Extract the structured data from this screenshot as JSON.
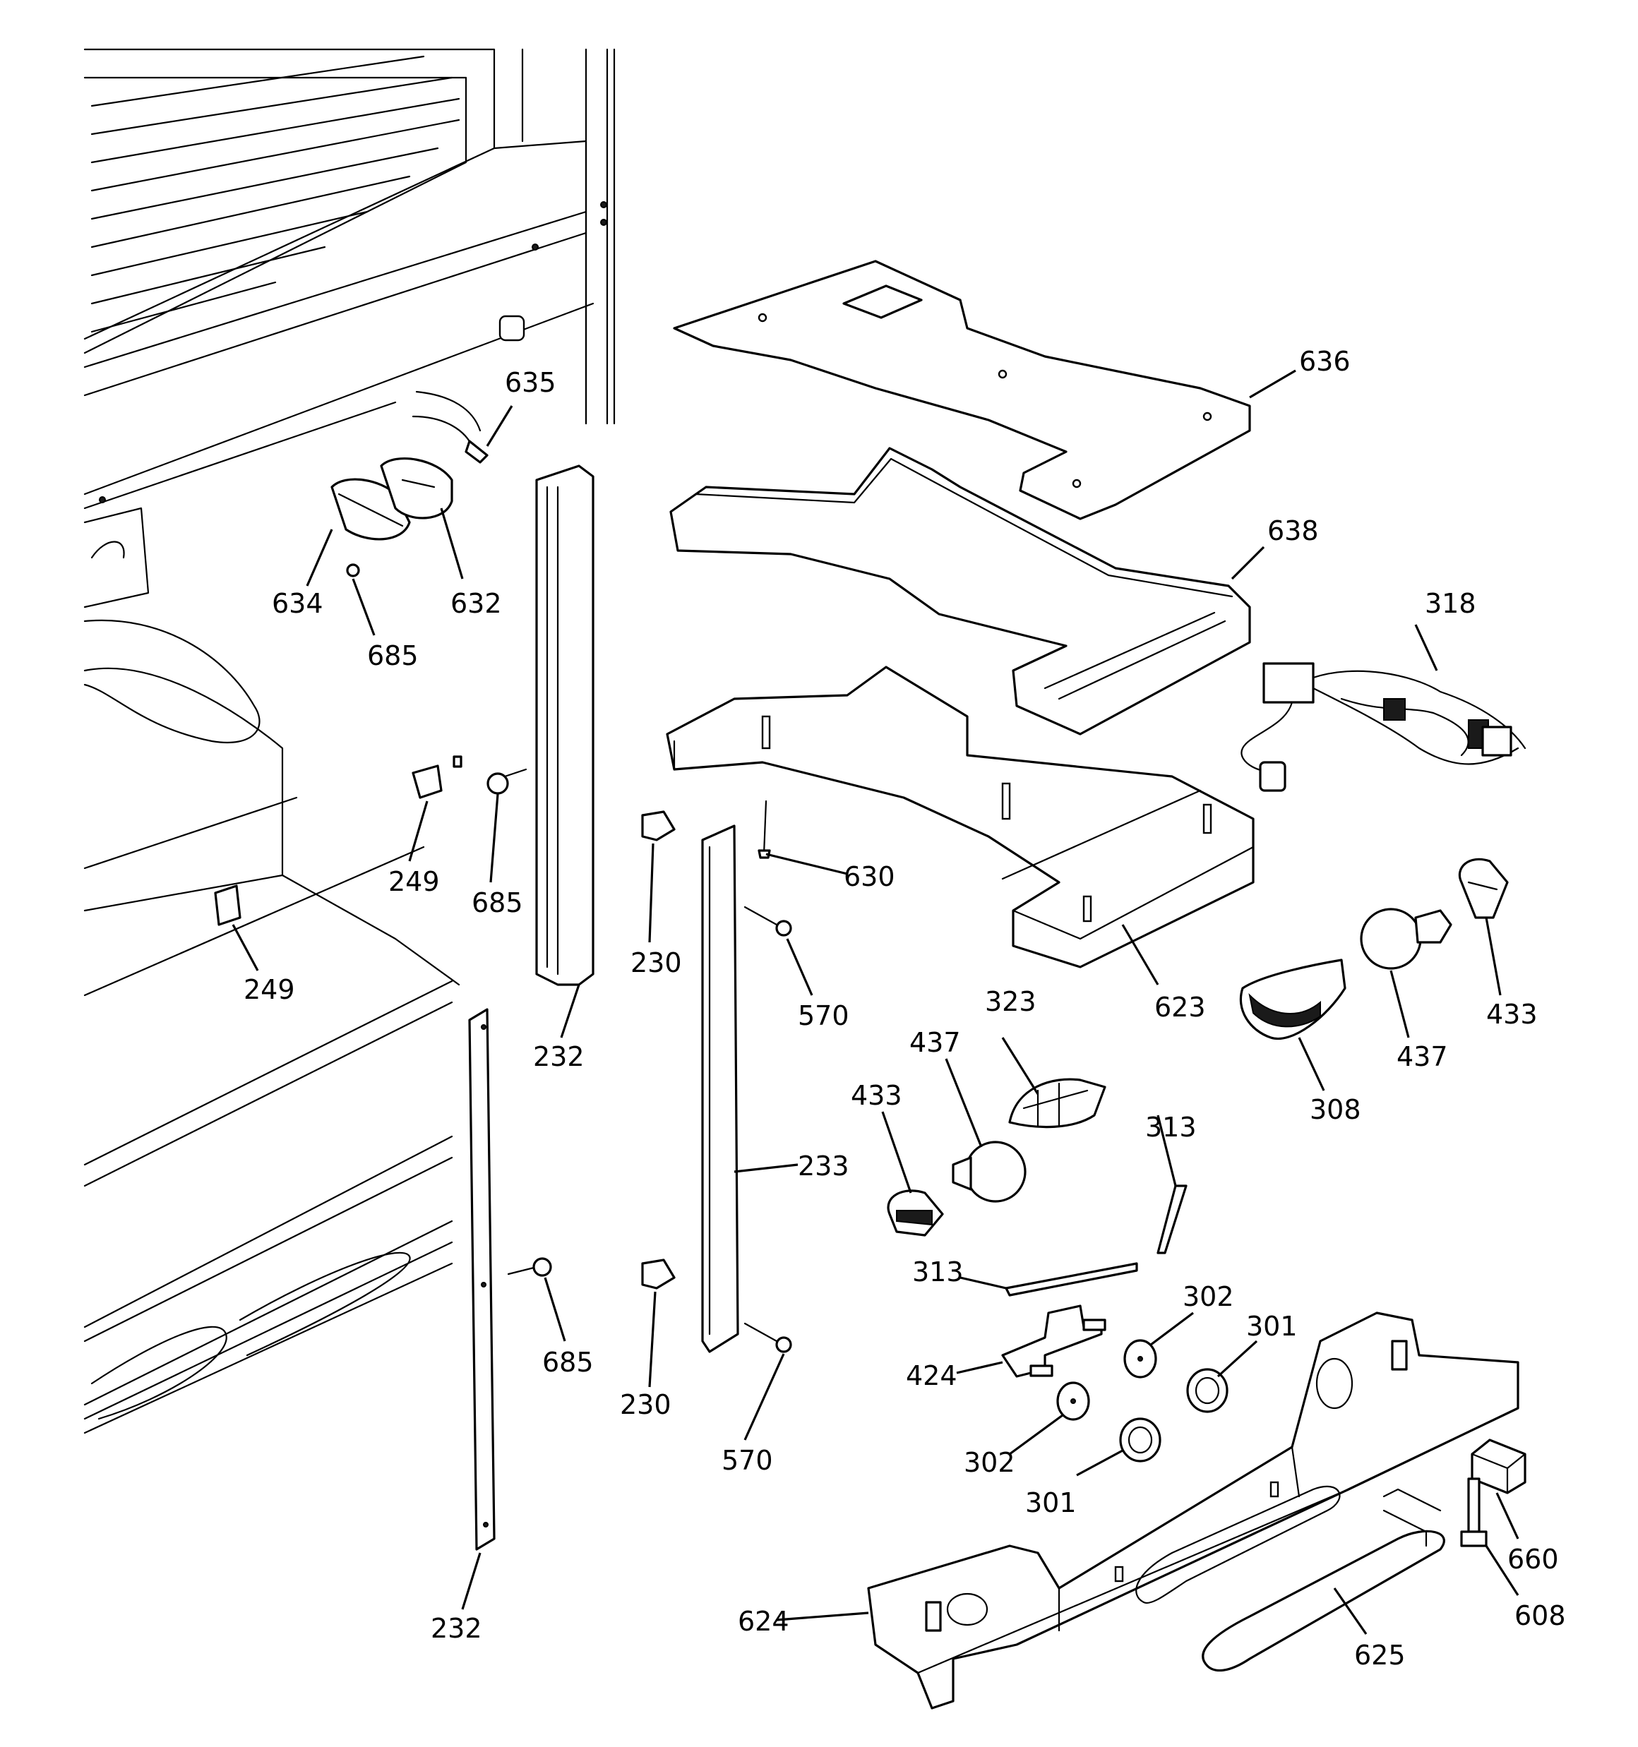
{
  "callouts": [
    {
      "id": "c636",
      "text": "636"
    },
    {
      "id": "c635",
      "text": "635"
    },
    {
      "id": "c638",
      "text": "638"
    },
    {
      "id": "c634",
      "text": "634"
    },
    {
      "id": "c632",
      "text": "632"
    },
    {
      "id": "c685a",
      "text": "685"
    },
    {
      "id": "c318",
      "text": "318"
    },
    {
      "id": "c249a",
      "text": "249"
    },
    {
      "id": "c685b",
      "text": "685"
    },
    {
      "id": "c630",
      "text": "630"
    },
    {
      "id": "c230a",
      "text": "230"
    },
    {
      "id": "c249b",
      "text": "249"
    },
    {
      "id": "c433a",
      "text": "433"
    },
    {
      "id": "c232a",
      "text": "232"
    },
    {
      "id": "c570a",
      "text": "570"
    },
    {
      "id": "c623",
      "text": "623"
    },
    {
      "id": "c323",
      "text": "323"
    },
    {
      "id": "c437a",
      "text": "437"
    },
    {
      "id": "c308",
      "text": "308"
    },
    {
      "id": "c437b",
      "text": "437"
    },
    {
      "id": "c433b",
      "text": "433"
    },
    {
      "id": "c313a",
      "text": "313"
    },
    {
      "id": "c233",
      "text": "233"
    },
    {
      "id": "c313b",
      "text": "313"
    },
    {
      "id": "c302a",
      "text": "302"
    },
    {
      "id": "c301a",
      "text": "301"
    },
    {
      "id": "c685c",
      "text": "685"
    },
    {
      "id": "c424",
      "text": "424"
    },
    {
      "id": "c230b",
      "text": "230"
    },
    {
      "id": "c570b",
      "text": "570"
    },
    {
      "id": "c302b",
      "text": "302"
    },
    {
      "id": "c301b",
      "text": "301"
    },
    {
      "id": "c660",
      "text": "660"
    },
    {
      "id": "c624",
      "text": "624"
    },
    {
      "id": "c608",
      "text": "608"
    },
    {
      "id": "c232b",
      "text": "232"
    },
    {
      "id": "c625",
      "text": "625"
    }
  ]
}
